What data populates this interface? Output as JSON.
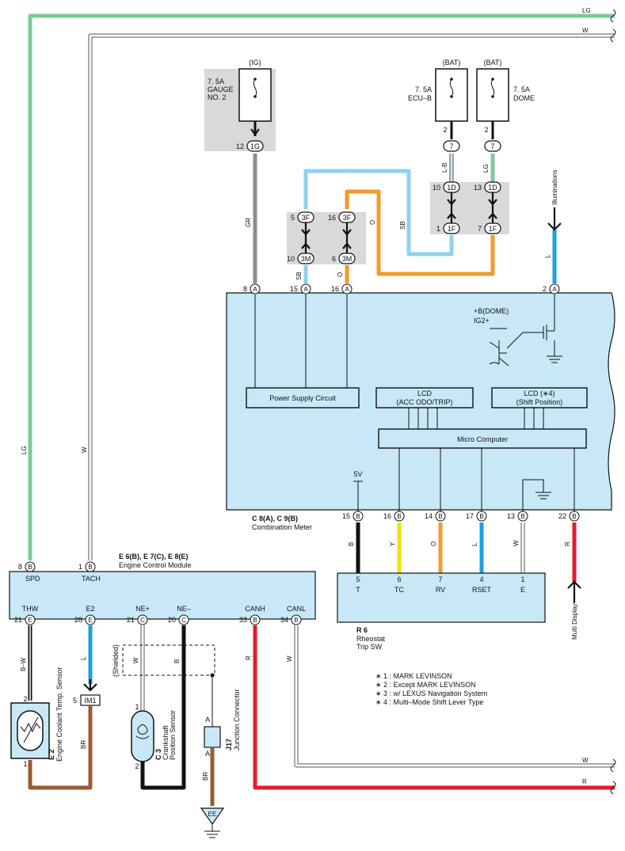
{
  "wire_labels": {
    "lg_top": "LG",
    "w_top": "W",
    "w_bottom": "W",
    "r_bottom": "R",
    "gr": "GR",
    "sb_upper": "SB",
    "o_upper": "O",
    "lb": "L-B",
    "lg_dome": "LG",
    "l_illum": "L",
    "sb_lower": "SB",
    "o_lower": "O",
    "lg_side": "LG",
    "w_side": "W",
    "b_5v": "B",
    "y": "Y",
    "o_rv": "O",
    "l_rset": "L",
    "w_e": "W",
    "r_md": "R",
    "bw": "B–W",
    "l_e2": "L",
    "w_ne": "W",
    "b_ne": "B",
    "r_canh": "R",
    "w_canl": "W",
    "br_im1": "BR",
    "br_j17": "BR"
  },
  "fuses": [
    {
      "id": "gauge",
      "source": "(IG)",
      "rating": "7. 5A",
      "name1": "GAUGE",
      "name2": "NO. 2"
    },
    {
      "id": "ecub",
      "source": "(BAT)",
      "rating": "7. 5A",
      "name1": "ECU–B"
    },
    {
      "id": "dome",
      "source": "(BAT)",
      "rating": "7. 5A",
      "name1": "DOME"
    }
  ],
  "connectors": {
    "c12": "12",
    "c1G": "1G",
    "c2a": "2",
    "c7a": "7",
    "c2b": "2",
    "c7b": "7",
    "c10": "10",
    "c1Da": "1D",
    "c13": "13",
    "c1Db": "1D",
    "c1": "1",
    "c1Fa": "1F",
    "c7": "7",
    "c1Fb": "1F",
    "c5": "5",
    "c3Fa": "3F",
    "c16": "16",
    "c3Fb": "3F",
    "c10b": "10",
    "c3Ma": "3M",
    "c6": "6",
    "c3Mb": "3M"
  },
  "meter": {
    "label_id": "C 8(A), C 9(B)",
    "label_name": "Combination Meter",
    "top_pins": [
      {
        "num": "8",
        "letter": "A"
      },
      {
        "num": "15",
        "letter": "A"
      },
      {
        "num": "16",
        "letter": "A"
      },
      {
        "num": "2",
        "letter": "A"
      }
    ],
    "bottom_pins": [
      {
        "num": "15",
        "letter": "B"
      },
      {
        "num": "16",
        "letter": "B"
      },
      {
        "num": "14",
        "letter": "B"
      },
      {
        "num": "17",
        "letter": "B"
      },
      {
        "num": "13",
        "letter": "B"
      },
      {
        "num": "22",
        "letter": "B"
      }
    ],
    "power_supply": "Power Supply Circuit",
    "lcd1_line1": "LCD",
    "lcd1_line2": "(ACC ODO/TRIP)",
    "lcd2_line1": "LCD (∗4)",
    "lcd2_line2": "(Shift Position)",
    "micro": "Micro Computer",
    "bdome": "+B(DOME)",
    "ig2": "IG2+",
    "v5": "5V"
  },
  "illuminations": "Illuminations",
  "multi_display": "Multi Display",
  "ecm": {
    "label_id": "E 6(B), E 7(C), E 8(E)",
    "label_name": "Engine Control Module",
    "top_pins": [
      {
        "num": "8",
        "letter": "B",
        "name": "SPD"
      },
      {
        "num": "1",
        "letter": "B",
        "name": "TACH"
      }
    ],
    "bottom_pins": [
      {
        "num": "21",
        "letter": "E",
        "name": "THW"
      },
      {
        "num": "28",
        "letter": "E",
        "name": "E2"
      },
      {
        "num": "21",
        "letter": "C",
        "name": "NE+"
      },
      {
        "num": "20",
        "letter": "C",
        "name": "NE–"
      },
      {
        "num": "33",
        "letter": "B",
        "name": "CANH"
      },
      {
        "num": "34",
        "letter": "B",
        "name": "CANL"
      }
    ]
  },
  "rheostat": {
    "label_id": "R 6",
    "label_name1": "Rheostat",
    "label_name2": "Trip SW",
    "pins": [
      {
        "num": "5",
        "name": "T"
      },
      {
        "num": "6",
        "name": "TC"
      },
      {
        "num": "7",
        "name": "RV"
      },
      {
        "num": "4",
        "name": "RSET"
      },
      {
        "num": "1",
        "name": "E"
      }
    ]
  },
  "notes": [
    "∗ 1 : MARK LEVINSON",
    "∗ 2 : Except MARK LEVINSON",
    "∗ 3 : w/ LEXUS Navigation System",
    "∗ 4 : Multi–Mode Shift Lever Type"
  ],
  "sensors": {
    "e2_id": "E 2",
    "e2_name": "Engine Coolant Temp. Sensor",
    "e2_pin_top": "2",
    "e2_pin_bot": "1",
    "c3_id": "C 3",
    "c3_name1": "Crankshaft",
    "c3_name2": "Position Sensor",
    "c3_pin_top": "1",
    "c3_pin_bot": "2",
    "j17_id": "J17",
    "j17_name": "Junction Connector",
    "j17_a1": "A",
    "j17_a2": "A",
    "im1_num": "5",
    "im1": "IM1",
    "shielded": "(Shielded)",
    "ee": "EE"
  },
  "colors": {
    "lg": "#7fc89a",
    "gray": "#8c8c8c",
    "sb": "#8fd0ef",
    "orange": "#f39a2b",
    "blue": "#1ba0dc",
    "yellow": "#f5e000",
    "red": "#e41c2b",
    "brown": "#9c5a33",
    "black": "#111111",
    "meter_fill": "#c8e8f8"
  }
}
